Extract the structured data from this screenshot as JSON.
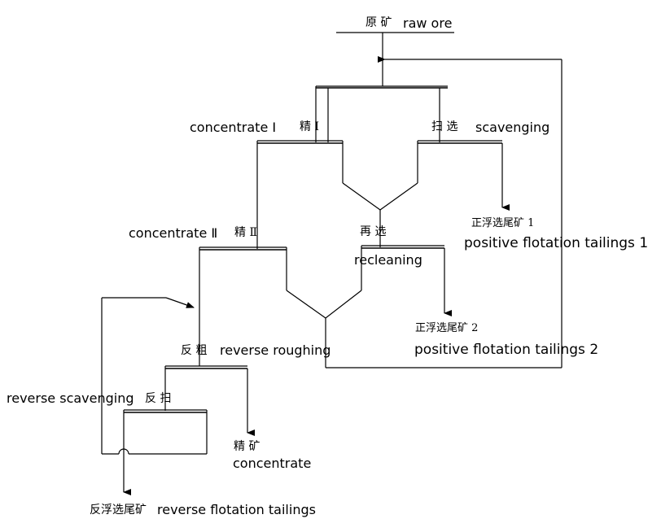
{
  "labels": {
    "raw_ore_cn": "原 矿",
    "raw_ore_en": "raw ore",
    "concentrate1_en": "concentrate Ⅰ",
    "concentrate1_cn": "精 Ⅰ",
    "scavenging_cn": "扫 选",
    "scavenging_en": "scavenging",
    "concentrate2_en": "concentrate Ⅱ",
    "concentrate2_cn": "精 Ⅱ",
    "recleaning_cn": "再 选",
    "recleaning_en": "recleaning",
    "pos_tailings1_cn": "正浮选尾矿 1",
    "pos_tailings1_en": "positive flotation tailings 1",
    "pos_tailings2_cn": "正浮选尾矿 2",
    "pos_tailings2_en": "positive flotation tailings 2",
    "reverse_roughing_cn": "反 粗",
    "reverse_roughing_en": "reverse roughing",
    "reverse_scavenging_en": "reverse scavenging",
    "reverse_scavenging_cn": "反 扫",
    "concentrate_cn": "精 矿",
    "concentrate_en": "concentrate",
    "rev_tailings_cn": "反浮选尾矿",
    "rev_tailings_en": "reverse flotation tailings"
  }
}
